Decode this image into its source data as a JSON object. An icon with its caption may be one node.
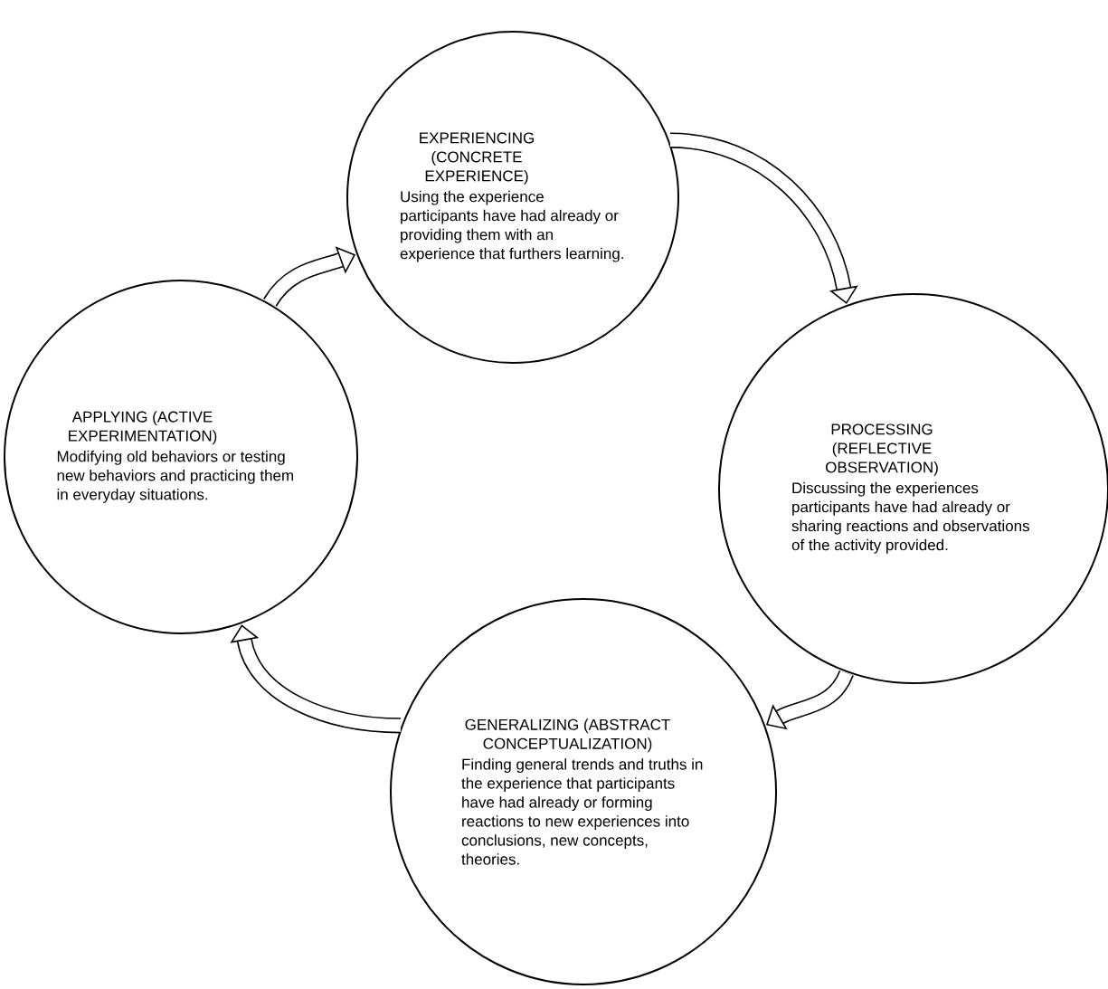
{
  "diagram": {
    "nodes": [
      {
        "text": [
          "EXPERIENCING (CONCRETE EXPERIENCE)",
          "Using the experience participants have had already or providing them with an experience that furthers learning."
        ]
      },
      {
        "text": [
          "PROCESSING (REFLECTIVE OBSERVATION)",
          "Discussing the experiences participants have had already or sharing reactions and observations of the activity provided."
        ]
      },
      {
        "text": [
          "GENERALIZING (ABSTRACT CONCEPTUALIZATION)",
          "Finding general trends and truths in the experience that participants have had already or forming reactions to new experiences into conclusions, new concepts, theories."
        ]
      },
      {
        "text": [
          "APPLYING (ACTIVE EXPERIMENTATION)",
          "Modifying old behaviors or testing new behaviors and practicing them in everyday situations."
        ]
      }
    ],
    "edges": [
      {
        "from": 0,
        "to": 1,
        "arrow": "to"
      },
      {
        "from": 1,
        "to": 2,
        "arrow": "to"
      },
      {
        "from": 2,
        "to": 3,
        "arrow": "to"
      },
      {
        "from": 3,
        "to": 0,
        "arrow": "to"
      }
    ]
  }
}
